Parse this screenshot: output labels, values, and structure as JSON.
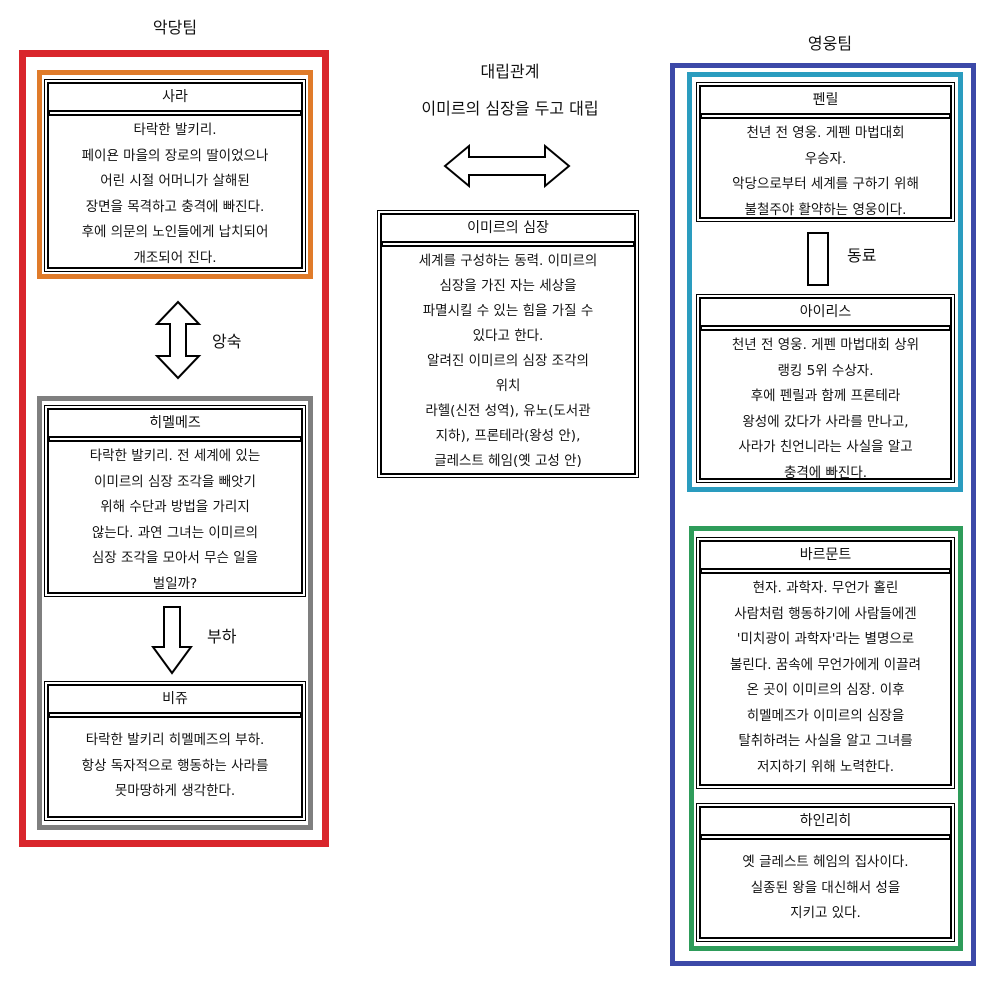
{
  "villain_team": {
    "label": "악당팀",
    "color": "#d9262c",
    "members": {
      "sara": {
        "name": "사라",
        "desc": "타락한 발키리.\n페이욘 마을의 장로의 딸이었으나\n어린 시절 어머니가 살해된\n장면을 목격하고 충격에 빠진다.\n후에 의문의 노인들에게 납치되어\n개조되어 진다.",
        "frame_color": "#e07b2a"
      },
      "himelmez": {
        "name": "히멜메즈",
        "desc": "타락한 발키리. 전 세계에 있는\n이미르의 심장 조각을 빼앗기\n위해 수단과 방법을 가리지\n않는다. 과연 그녀는 이미르의\n심장 조각을 모아서 무슨 일을\n벌일까?",
        "frame_color": "#7f7f7f"
      },
      "bichu": {
        "name": "비쥬",
        "desc": "타락한 발키리 히멜메즈의 부하.\n항상 독자적으로 행동하는 사라를\n못마땅하게 생각한다."
      }
    },
    "relations": {
      "rivalry": "앙숙",
      "subordinate": "부하"
    }
  },
  "hero_team": {
    "label": "영웅팀",
    "color": "#3c49a8",
    "inner_color": "#2a9cbf",
    "members": {
      "penril": {
        "name": "펜릴",
        "desc": "천년 전 영웅. 게펜 마법대회\n우승자.\n악당으로부터 세계를 구하기 위해\n불철주야 활약하는 영웅이다."
      },
      "iris": {
        "name": "아이리스",
        "desc": "천년 전 영웅. 게펜 마법대회 상위\n랭킹 5위 수상자.\n후에 펜릴과 함께 프론테라\n왕성에 갔다가 사라를 만나고,\n사라가 친언니라는 사실을 알고\n충격에 빠진다."
      },
      "barmund": {
        "name": "바르문트",
        "desc": "현자. 과학자. 무언가 홀린\n사람처럼 행동하기에 사람들에겐\n'미치광이 과학자'라는 별명으로\n불린다. 꿈속에 무언가에게 이끌려\n온 곳이 이미르의 심장. 이후\n히멜메즈가 이미르의 심장을\n탈취하려는 사실을 알고 그녀를\n저지하기 위해 노력한다."
      },
      "hainrich": {
        "name": "하인리히",
        "desc": "옛 글레스트 헤임의 집사이다.\n실종된 왕을 대신해서 성을\n지키고 있다."
      }
    },
    "npc_color": "#2e9c5a",
    "relations": {
      "colleague": "동료"
    }
  },
  "center": {
    "title": "대립관계",
    "subtitle": "이미르의 심장을 두고 대립",
    "heart": {
      "name": "이미르의 심장",
      "desc": "세계를 구성하는 동력. 이미르의\n심장을 가진 자는 세상을\n파멸시킬 수 있는 힘을 가질 수\n있다고 한다.\n알려진 이미르의 심장 조각의\n위치\n라헬(신전 성역), 유노(도서관\n지하), 프론테라(왕성 안),\n글레스트 헤임(옛 고성 안)"
    }
  }
}
